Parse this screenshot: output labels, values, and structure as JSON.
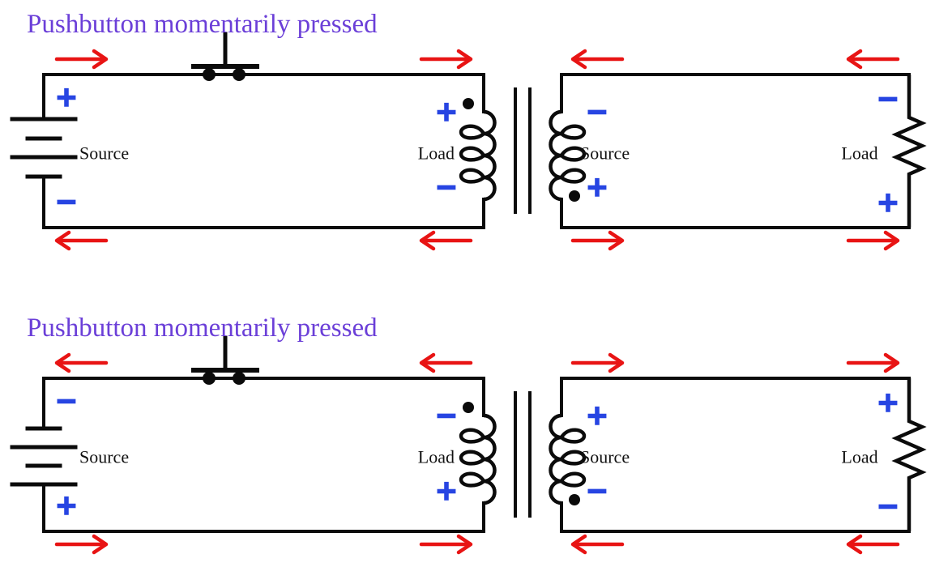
{
  "colors": {
    "wire": "#0b0b0b",
    "arrow": "#e81414",
    "polarity": "#2745e2",
    "title": "#6b3fd8",
    "label": "#111111",
    "phase_dot": "#0b0b0b"
  },
  "diagrams": [
    {
      "title": "Pushbutton momentarily pressed",
      "pushbutton_state": "pressed",
      "left_circuit": {
        "source_label": "Source",
        "battery": {
          "top": "+",
          "bottom": "−"
        },
        "load_label": "Load",
        "primary_coil": {
          "top": "+",
          "bottom": "−",
          "phase_dot": "top"
        },
        "arrows": {
          "top_left": "right",
          "top_right": "right",
          "bottom_left": "left",
          "bottom_right": "left"
        }
      },
      "right_circuit": {
        "source_label": "Source",
        "secondary_coil": {
          "top": "−",
          "bottom": "+",
          "phase_dot": "bottom"
        },
        "load_label": "Load",
        "load_resistor": {
          "top": "−",
          "bottom": "+"
        },
        "arrows": {
          "top_left": "left",
          "top_right": "left",
          "bottom_left": "right",
          "bottom_right": "right"
        }
      }
    },
    {
      "title": "Pushbutton momentarily pressed",
      "pushbutton_state": "pressed",
      "left_circuit": {
        "source_label": "Source",
        "battery": {
          "top": "−",
          "bottom": "+"
        },
        "load_label": "Load",
        "primary_coil": {
          "top": "−",
          "bottom": "+",
          "phase_dot": "top"
        },
        "arrows": {
          "top_left": "left",
          "top_right": "left",
          "bottom_left": "right",
          "bottom_right": "right"
        }
      },
      "right_circuit": {
        "source_label": "Source",
        "secondary_coil": {
          "top": "+",
          "bottom": "−",
          "phase_dot": "bottom"
        },
        "load_label": "Load",
        "load_resistor": {
          "top": "+",
          "bottom": "−"
        },
        "arrows": {
          "top_left": "right",
          "top_right": "right",
          "bottom_left": "left",
          "bottom_right": "left"
        }
      }
    }
  ]
}
